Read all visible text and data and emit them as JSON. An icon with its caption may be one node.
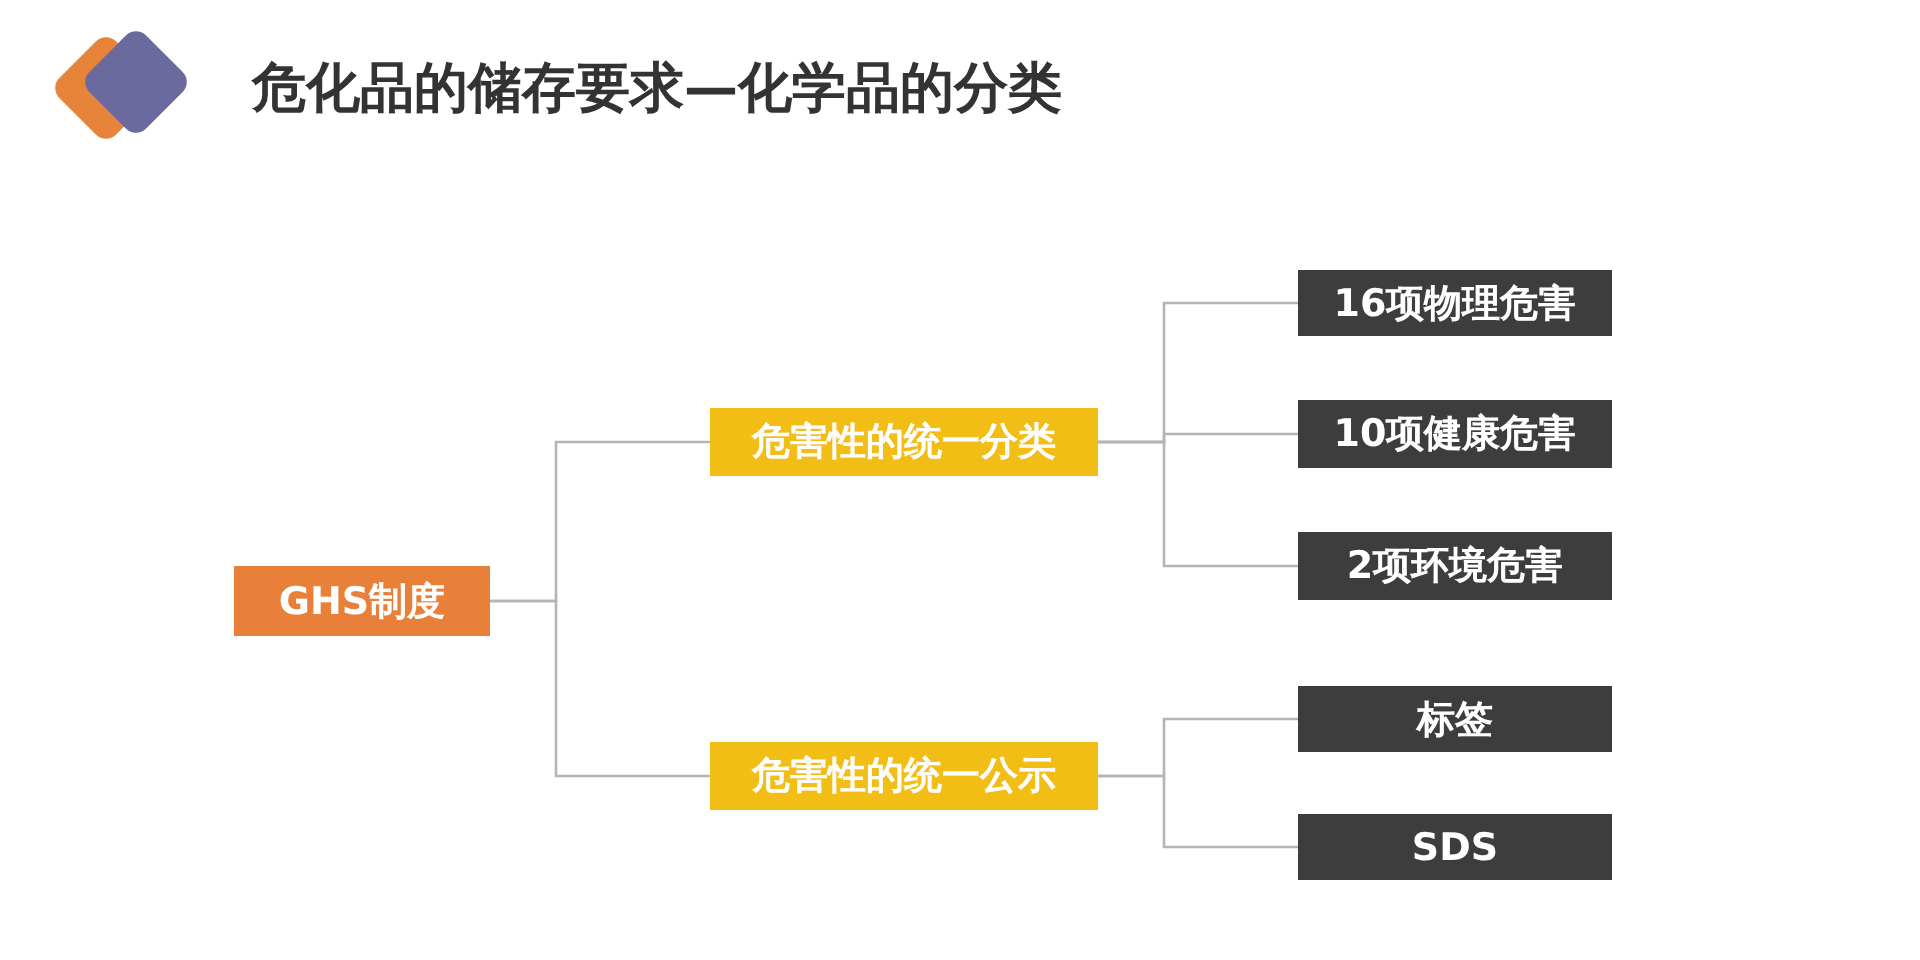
{
  "diagram": {
    "title": "危化品的储存要求—化学品的分类",
    "nodes": [
      {
        "text": [
          "GHS制度"
        ]
      },
      {
        "text": [
          "危害性的统一分类"
        ]
      },
      {
        "text": [
          "危害性的统一公示"
        ]
      },
      {
        "text": [
          "16项物理危害"
        ]
      },
      {
        "text": [
          "10项健康危害"
        ]
      },
      {
        "text": [
          "2项环境危害"
        ]
      },
      {
        "text": [
          "标签"
        ]
      },
      {
        "text": [
          "SDS"
        ]
      }
    ],
    "edges": [
      {
        "from": 0,
        "to": 1,
        "arrow": "none"
      },
      {
        "from": 0,
        "to": 2,
        "arrow": "none"
      },
      {
        "from": 1,
        "to": 3,
        "arrow": "none"
      },
      {
        "from": 1,
        "to": 4,
        "arrow": "none"
      },
      {
        "from": 1,
        "to": 5,
        "arrow": "none"
      },
      {
        "from": 2,
        "to": 6,
        "arrow": "none"
      },
      {
        "from": 2,
        "to": 7,
        "arrow": "none"
      }
    ]
  }
}
